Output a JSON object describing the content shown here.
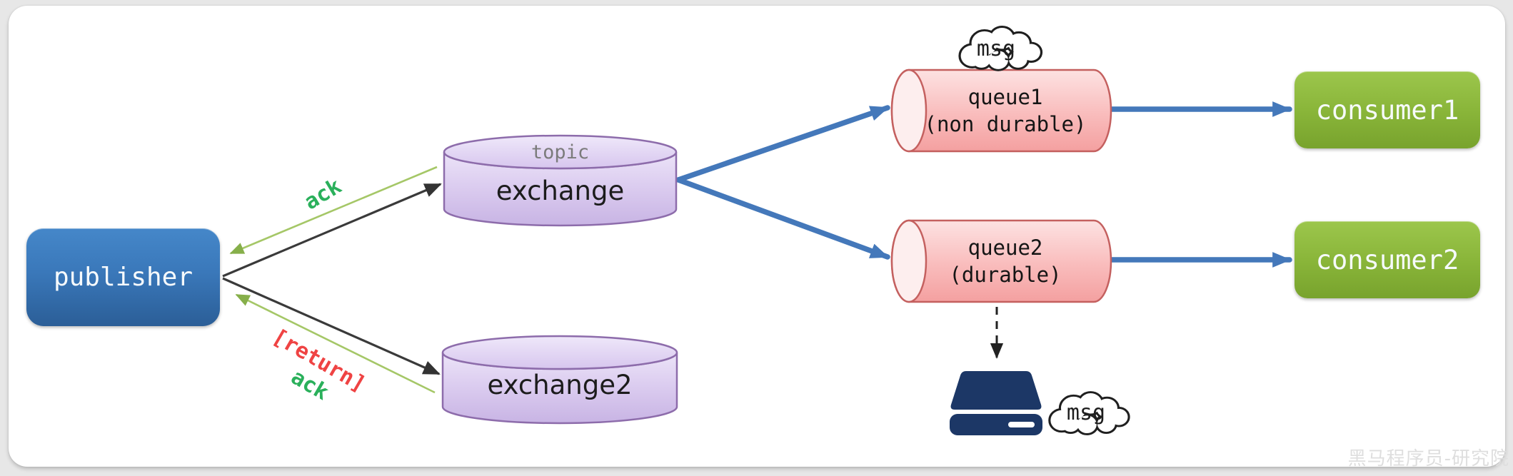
{
  "nodes": {
    "publisher": {
      "label": "publisher"
    },
    "exchange": {
      "type_label": "topic",
      "label": "exchange"
    },
    "exchange2": {
      "label": "exchange2"
    },
    "queue1": {
      "name": "queue1",
      "durability": "(non durable)"
    },
    "queue2": {
      "name": "queue2",
      "durability": "(durable)"
    },
    "consumer1": {
      "label": "consumer1"
    },
    "consumer2": {
      "label": "consumer2"
    }
  },
  "clouds": {
    "queue_msg": "msg",
    "disk_msg": "msg"
  },
  "edge_labels": {
    "ack_exchange": "ack",
    "return_exchange2": "[return]",
    "ack_exchange2": "ack"
  },
  "watermark": "黑马程序员-研究院",
  "colors": {
    "publisher_blue": "#3a78ba",
    "consumer_green": "#8ab63a",
    "exchange_purple": "#d8c8ee",
    "queue_pink": "#f8b6b6",
    "arrow_blue": "#4478ba",
    "ack_line_green": "#a5c767",
    "ack_text_green": "#2ab05b",
    "return_red": "#ef4343",
    "disk_navy": "#1c3766"
  }
}
